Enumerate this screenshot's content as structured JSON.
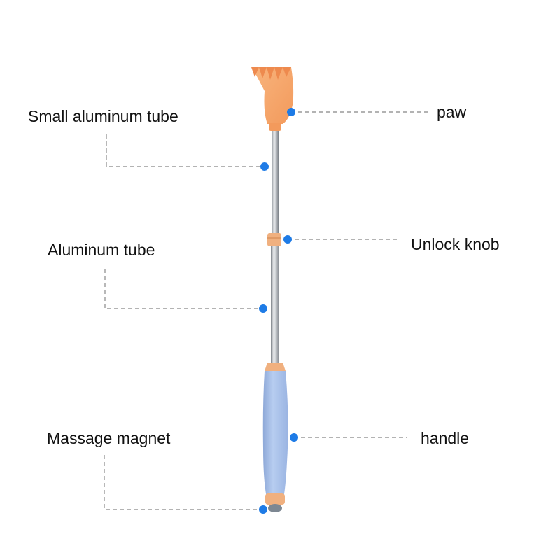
{
  "labels": {
    "small_aluminum_tube": "Small aluminum tube",
    "aluminum_tube": "Aluminum tube",
    "massage_magnet": "Massage magnet",
    "paw": "paw",
    "unlock_knob": "Unlock knob",
    "handle": "handle"
  },
  "colors": {
    "marker_dot": "#1e7be6",
    "leader_line": "#9a9a9a",
    "paw_orange": "#f6a36a",
    "paw_orange_dark": "#ee8a4e",
    "tube_steel": "#cfd2d6",
    "tube_shadow": "#8d9197",
    "handle_blue": "#a9c3ec",
    "handle_blue_dark": "#8fadde",
    "knob_orange": "#f0b07f",
    "cap_gray": "#7d8792"
  }
}
